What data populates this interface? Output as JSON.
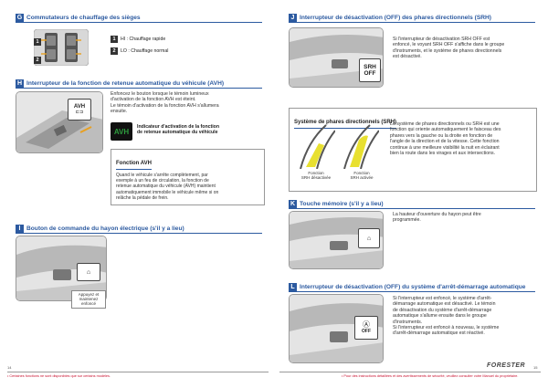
{
  "sections": {
    "G": {
      "letter": "G",
      "title": "Commutateurs de chauffage des sièges",
      "legend": [
        {
          "key": "1",
          "text": "HI : Chauffage rapide"
        },
        {
          "key": "2",
          "text": "LO : Chauffage normal"
        }
      ]
    },
    "H": {
      "letter": "H",
      "title": "Interrupteur de la fonction de retenue automatique du véhicule (AVH)",
      "body": [
        "Enfoncez le bouton lorsque le témoin lumineux",
        "d'activation de la fonction AVH est éteint.",
        "Le témoin d'activation de la fonction AVH s'allumera",
        "ensuite."
      ],
      "indicator_label": "AVH",
      "indicator_text": [
        "Indicateur d'activation de la fonction",
        "de retenue automatique du véhicule"
      ],
      "button_label": "AVH",
      "sub_title": "Fonction AVH",
      "sub_body": [
        "Quand le véhicule s'arrête complètement, par",
        "exemple à un feu de circulation, la fonction de",
        "retenue automatique du véhicule (AVH) maintient",
        "automatiquement immobile le véhicule même si on",
        "relâche la pédale de frein."
      ]
    },
    "I": {
      "letter": "I",
      "title": "Bouton de commande du hayon électrique (s'il y a lieu)",
      "caption": [
        "Appuyez et",
        "maintenez enfoncé"
      ]
    },
    "J": {
      "letter": "J",
      "title": "Interrupteur de désactivation (OFF) des phares directionnels (SRH)",
      "body": [
        "Si l'interrupteur de désactivation SRH OFF est",
        "enfoncé, le voyant SRH OFF s'affiche dans le groupe",
        "d'instruments, et le système de phares directionnels",
        "est désactivé."
      ],
      "button_lines": [
        "SRH",
        "OFF"
      ],
      "sub_title": "Système de phares directionnels (SRH)",
      "sub_body": [
        "Le système de phares directionnels ou SRH est une",
        "fonction qui oriente automatiquement le faisceau des",
        "phares vers la gauche ou la droite en fonction de",
        "l'angle de la direction et de la vitesse. Cette fonction",
        "continue à une meilleure visibilité la nuit en éclairant",
        "bien la route dans les virages et aux intersections."
      ],
      "cap_left": [
        "Fonction",
        "SRH désactivée"
      ],
      "cap_right": [
        "Fonction",
        "SRH activée"
      ]
    },
    "K": {
      "letter": "K",
      "title": "Touche mémoire (s'il y a lieu)",
      "body": [
        "La hauteur d'ouverture du hayon peut être",
        "programmée."
      ]
    },
    "L": {
      "letter": "L",
      "title": "Interrupteur de désactivation (OFF) du système d'arrêt-démarrage automatique",
      "body": [
        "Si l'interrupteur est enfoncé, le système d'arrêt-",
        "démarrage automatique est désactivé. Le témoin",
        "de désactivation du système d'arrêt-démarrage",
        "automatique s'allume ensuite dans le groupe",
        "d'instruments.",
        "Si l'interrupteur est enfoncé à nouveau, le système",
        "d'arrêt-démarrage automatique est réactivé."
      ],
      "button_label": "OFF"
    }
  },
  "footer": {
    "page_left": "14",
    "page_right": "15",
    "brand": "FORESTER",
    "note_left": "• Certaines fonctions ne sont disponibles que sur certains modèles.",
    "note_right": "• Pour des instructions détaillées et des avertissements de sécurité, veuillez consulter votre Manuel du propriétaire."
  },
  "colors": {
    "accent": "#2c5aa0",
    "avh_green": "#2e9e3e",
    "srh_yellow": "#e8e030",
    "footer_red": "#c8102e"
  }
}
